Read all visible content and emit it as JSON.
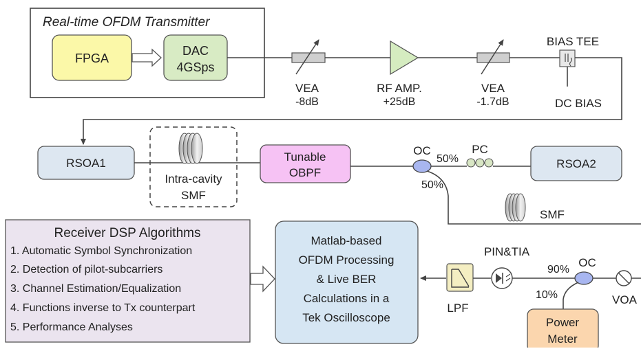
{
  "transmitter": {
    "title": "Real-time OFDM Transmitter",
    "fpga": "FPGA",
    "dac_line1": "DAC",
    "dac_line2": "4GSps"
  },
  "tx_chain": {
    "vea1_label": "VEA",
    "vea1_value": "-8dB",
    "rf_amp_label": "RF AMP.",
    "rf_amp_value": "+25dB",
    "vea2_label": "VEA",
    "vea2_value": "-1.7dB",
    "bias_tee": "BIAS TEE",
    "dc_bias": "DC BIAS"
  },
  "cavity": {
    "rsoa1": "RSOA1",
    "intra_cavity_line1": "Intra-cavity",
    "intra_cavity_line2": "SMF",
    "obpf_line1": "Tunable",
    "obpf_line2": "OBPF",
    "oc": "OC",
    "oc_port1": "50%",
    "oc_port2": "50%",
    "pc": "PC",
    "rsoa2": "RSOA2",
    "smf": "SMF"
  },
  "receiver": {
    "dsp_title": "Receiver DSP Algorithms",
    "dsp_items": [
      "1. Automatic Symbol Synchronization",
      "2. Detection of pilot-subcarriers",
      "3. Channel Estimation/Equalization",
      "4. Functions inverse to Tx counterpart",
      "5. Performance Analyses"
    ],
    "matlab_lines": [
      "Matlab-based",
      "OFDM Processing",
      "& Live BER",
      "Calculations in a",
      "Tek Oscilloscope"
    ],
    "lpf": "LPF",
    "pin_tia": "PIN&TIA",
    "oc": "OC",
    "oc_90": "90%",
    "oc_10": "10%",
    "voa": "VOA",
    "power_meter_line1": "Power",
    "power_meter_line2": "Meter"
  },
  "colors": {
    "fpga_fill": "#fbf8a8",
    "dac_fill": "#d8ebc4",
    "amp_fill": "#d5ecc0",
    "rsoa_fill": "#dde7f1",
    "obpf_fill": "#f6c2f4",
    "dsp_fill": "#ebe4ef",
    "matlab_fill": "#d6e6f3",
    "lpf_fill": "#f4eec2",
    "power_meter_fill": "#fbd6ae",
    "coupler_fill": "#a8b6f0",
    "pc_fill": "#d8e6c4"
  }
}
